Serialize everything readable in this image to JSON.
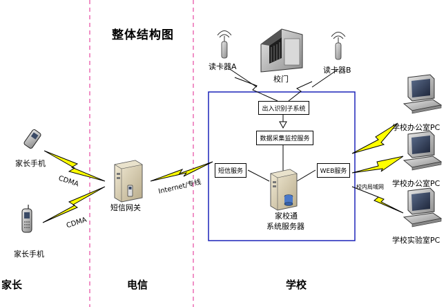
{
  "title": "整体结构图",
  "zones": {
    "parent": "家长",
    "telecom": "电信",
    "school": "学校"
  },
  "nodes": {
    "phone_top": "家长手机",
    "phone_bottom": "家长手机",
    "gateway": "短信网关",
    "reader_a": "读卡器A",
    "gate": "校门",
    "reader_b": "读卡器B",
    "server_line1": "家校通",
    "server_line2": "系统服务器",
    "pc_office_1": "学校办公室PC",
    "pc_office_2": "学校办公室PC",
    "pc_lab": "学校实验室PC"
  },
  "boxes": {
    "identify": "出入识别子系统",
    "monitor": "数据采集监控服务",
    "sms": "短信服务",
    "web": "WEB服务"
  },
  "links": {
    "cdma_top": "CDMA",
    "cdma_bottom": "CDMA",
    "internet": "Internet/专线",
    "lan": "校内局域网"
  },
  "colors": {
    "divider": "#e0208c",
    "school_box": "#1a22b8",
    "bolt": "#ffff00",
    "bolt_stroke": "#000000"
  }
}
